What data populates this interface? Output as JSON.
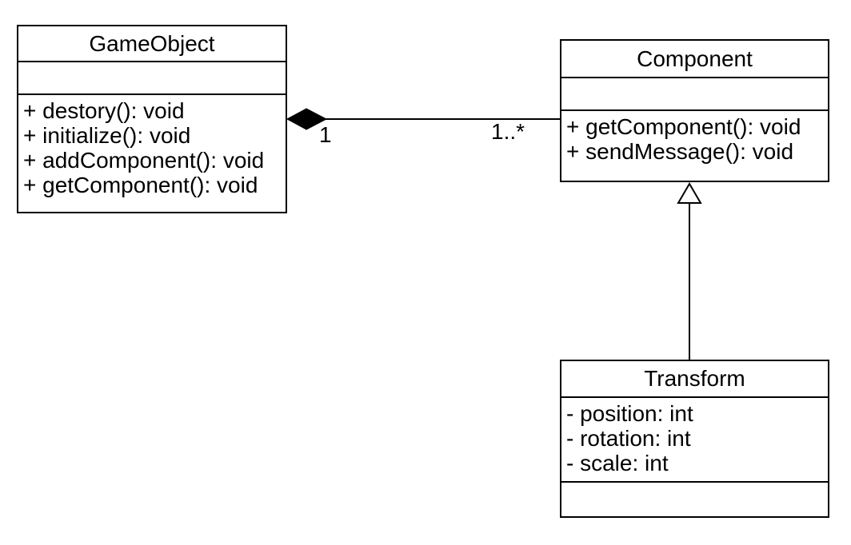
{
  "diagram": {
    "type": "uml-class-diagram",
    "colors": {
      "stroke": "#000000",
      "background": "#ffffff",
      "text": "#000000",
      "composition_diamond_fill": "#000000",
      "inheritance_arrow_fill": "#ffffff"
    },
    "classes": [
      {
        "name": "GameObject",
        "attributes": [],
        "methods": [
          "+ destory(): void",
          "+ initialize(): void",
          "+ addComponent(): void",
          "+ getComponent(): void"
        ]
      },
      {
        "name": "Component",
        "attributes": [],
        "methods": [
          "+ getComponent(): void",
          "+ sendMessage(): void"
        ]
      },
      {
        "name": "Transform",
        "attributes": [
          "- position: int",
          "- rotation: int",
          "- scale: int"
        ],
        "methods": []
      }
    ],
    "relationships": [
      {
        "type": "composition",
        "source": "GameObject",
        "target": "Component",
        "source_multiplicity": "1",
        "target_multiplicity": "1..*"
      },
      {
        "type": "generalization",
        "source": "Transform",
        "target": "Component"
      }
    ]
  }
}
